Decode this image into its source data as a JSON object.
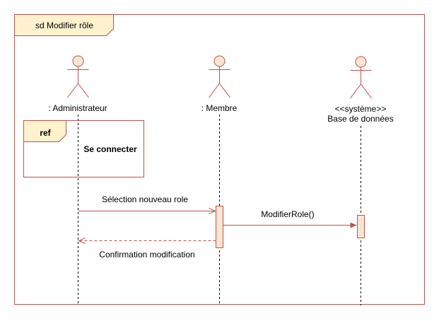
{
  "frame": {
    "title": "sd Modifier rôle"
  },
  "actors": [
    {
      "id": "admin",
      "label": ": Administrateur"
    },
    {
      "id": "membre",
      "label": ": Membre"
    },
    {
      "id": "systeme",
      "stereotype": "<<système>>",
      "label": "Base de données"
    }
  ],
  "ref_fragment": {
    "tag": "ref",
    "text": "Se connecter"
  },
  "messages": [
    {
      "from": "admin",
      "to": "membre",
      "label": "Sélection nouveau role",
      "kind": "sync"
    },
    {
      "from": "membre",
      "to": "systeme",
      "label": "ModifierRole()",
      "kind": "sync"
    },
    {
      "from": "membre",
      "to": "admin",
      "label": "Confirmation modification",
      "kind": "return"
    }
  ],
  "colors": {
    "stroke": "#b85450",
    "fill": "#fae5d3",
    "frame_fill": "#fff2cc"
  }
}
